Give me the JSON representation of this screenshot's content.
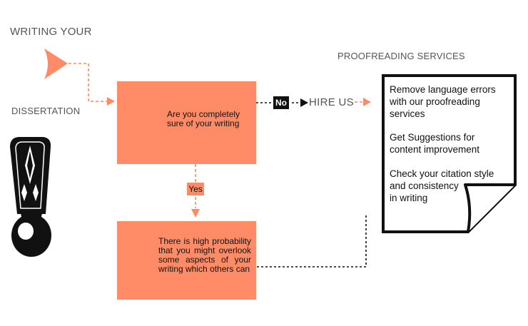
{
  "header": {
    "title_top": "WRITING YOUR",
    "title_bottom": "DISSERTATION",
    "right_title": "PROOFREADING SERVICES"
  },
  "flow": {
    "question_box": {
      "text": "Are you completely sure of your writing"
    },
    "warning_box": {
      "text": "There is high probability that you might overlook some aspects of your writing which others can"
    },
    "no_label": "No",
    "yes_label": "Yes",
    "hire_label": "HIRE US"
  },
  "services": {
    "line1": "Remove language errors",
    "line2": "with our proofreading",
    "line3": "services",
    "line4": "Get Suggestions for",
    "line5": "content improvement",
    "line6": "Check your citation style",
    "line7": "and consistency",
    "line8": "in writing"
  },
  "colors": {
    "accent": "#ff8c66",
    "dark": "#111111",
    "muted_text": "#555555"
  },
  "icons": [
    "play-triangle-icon",
    "question-head-icon",
    "exclamation-icon",
    "curled-paper-icon",
    "arrow-right-icon",
    "arrow-down-icon"
  ]
}
